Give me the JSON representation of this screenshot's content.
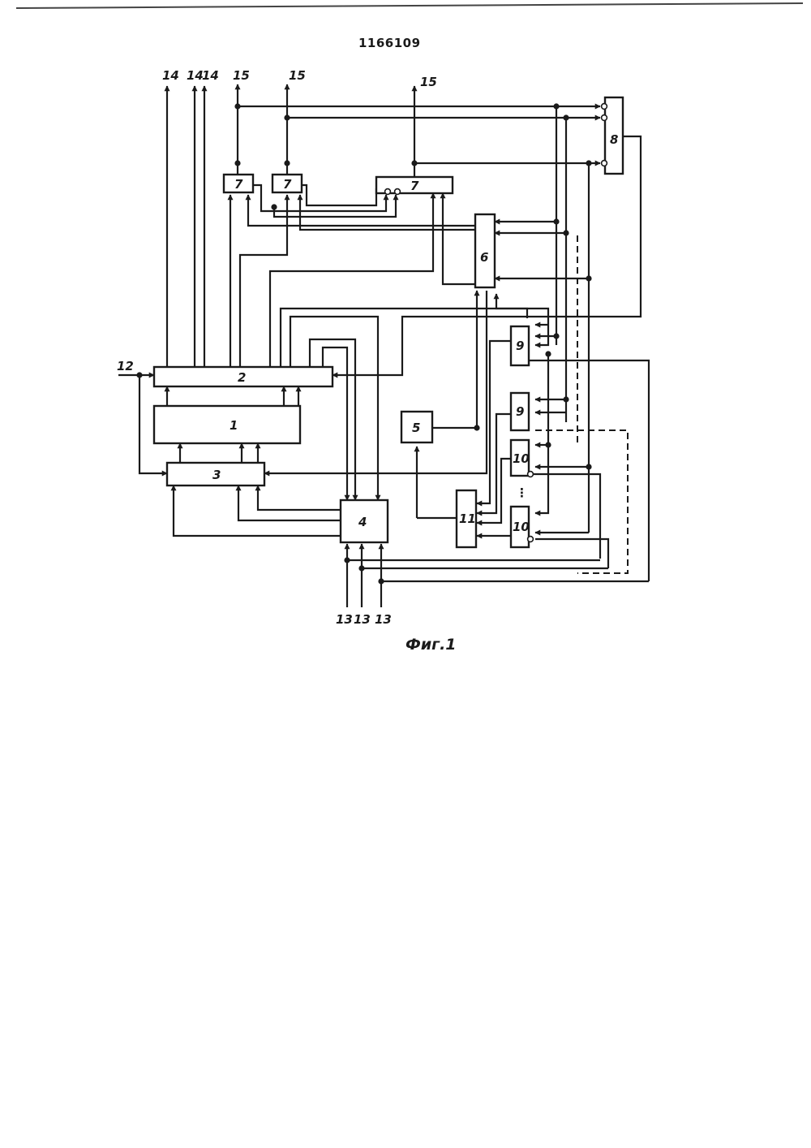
{
  "patent_number": "1166109",
  "caption": "Фиг.1",
  "blocks": {
    "b1": "1",
    "b2": "2",
    "b3": "3",
    "b4": "4",
    "b5": "5",
    "b6": "6",
    "b7a": "7",
    "b7b": "7",
    "b7c": "7",
    "b8": "8",
    "b9a": "9",
    "b9b": "9",
    "b10a": "10",
    "b10b": "10",
    "b11": "11"
  },
  "terminals": {
    "out14a": "14",
    "out14b": "14",
    "out14c": "14",
    "out15a": "15",
    "out15b": "15",
    "out15c": "15",
    "in12": "12",
    "in13a": "13",
    "in13b": "13",
    "in13c": "13"
  },
  "ellipsis": "⋮"
}
